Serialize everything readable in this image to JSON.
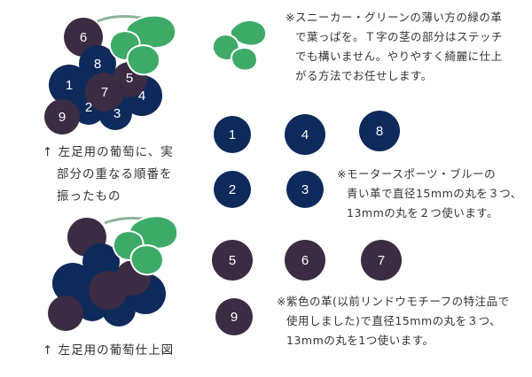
{
  "colors": {
    "navy": "#0d2a5b",
    "purple": "#3b2b43",
    "green": "#3daa68",
    "stem": "#8cb49a",
    "text": "#333333"
  },
  "diagram_top": {
    "numbers": [
      "6",
      "8",
      "1",
      "7",
      "5",
      "4",
      "9",
      "2",
      "3"
    ]
  },
  "caption_top": {
    "lines": [
      "↑ 左足用の葡萄に、実",
      "部分の重なる順番を",
      "振ったもの"
    ]
  },
  "caption_bottom": {
    "text": "↑ 左足用の葡萄仕上図"
  },
  "leaf_note": {
    "lines": [
      "※スニーカー・グリーンの薄い方の緑の革",
      "で葉っぱを。Ｔ字の茎の部分はステッチ",
      "でも構いません。やりやすく綺麗に仕上",
      "がる方法でお任せします。"
    ]
  },
  "circles_navy": {
    "numbers": [
      "1",
      "4",
      "8",
      "2",
      "3"
    ]
  },
  "navy_note": {
    "lines": [
      "※モータースポーツ・ブルーの",
      "青い革で直径15mmの丸を３つ、",
      "13mmの丸を２つ使います。"
    ]
  },
  "circles_purple": {
    "numbers": [
      "5",
      "6",
      "7",
      "9"
    ]
  },
  "purple_note": {
    "lines": [
      "※紫色の革(以前リンドウモチーフの特注品で",
      "使用しました)で直径15mmの丸を３つ、",
      "13mmの丸を1つ使います。"
    ]
  }
}
